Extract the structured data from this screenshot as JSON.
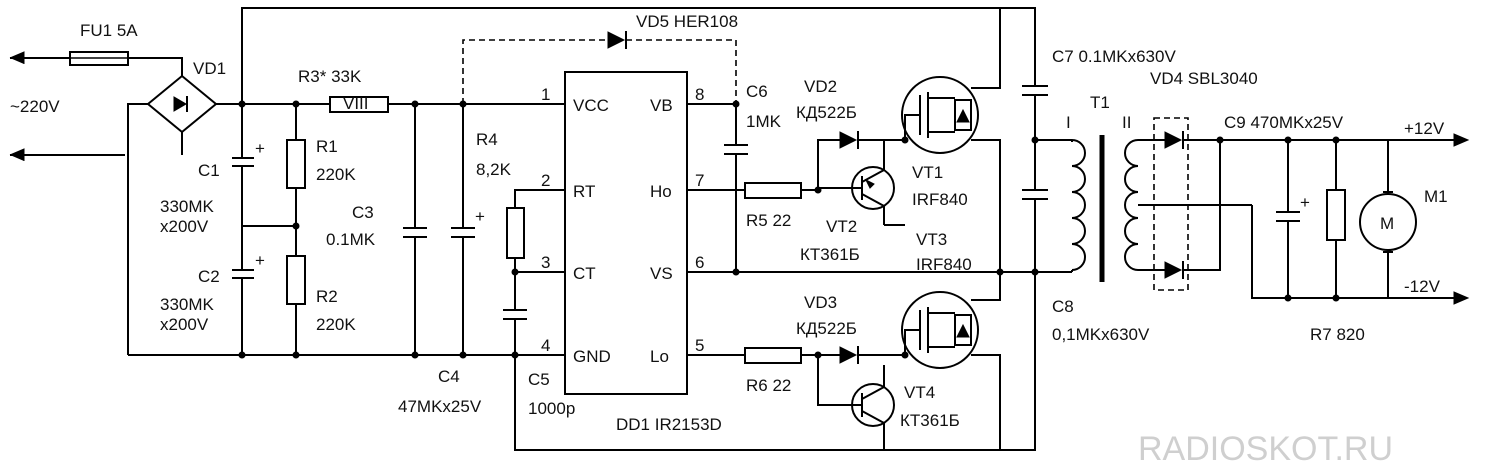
{
  "labels": {
    "fu1": "FU1 5A",
    "vd1": "VD1",
    "mains": "~220V",
    "r3": "R3* 33K",
    "r3_body": "VIII",
    "vd5": "VD5 HER108",
    "c1": "C1",
    "c1_val1": "330MK",
    "c1_val2": "x200V",
    "c2": "C2",
    "c2_val1": "330MK",
    "c2_val2": "x200V",
    "r1": "R1",
    "r1_val": "220K",
    "r2": "R2",
    "r2_val": "220K",
    "c3": "C3",
    "c3_val": "0.1MK",
    "c4": "C4",
    "c4_val": "47MKx25V",
    "r4": "R4",
    "r4_val": "8,2K",
    "c5": "C5",
    "c5_val": "1000p",
    "dd1": "DD1 IR2153D",
    "pin1": "1",
    "pin2": "2",
    "pin3": "3",
    "pin4": "4",
    "pin5": "5",
    "pin6": "6",
    "pin7": "7",
    "pin8": "8",
    "vcc": "VCC",
    "rt": "RT",
    "ct": "CT",
    "gnd": "GND",
    "vb": "VB",
    "ho": "Ho",
    "vs": "VS",
    "lo": "Lo",
    "c6": "C6",
    "c6_val": "1MK",
    "vd2": "VD2",
    "vd2_type": "КД522Б",
    "r5": "R5 22",
    "vt2": "VT2",
    "vt2_type": "КТ361Б",
    "vt1": "VT1",
    "vt1_type": "IRF840",
    "vt3": "VT3",
    "vt3_type": "IRF840",
    "vd3": "VD3",
    "vd3_type": "КД522Б",
    "r6": "R6 22",
    "vt4": "VT4",
    "vt4_type": "КТ361Б",
    "c7": "C7 0.1MKx630V",
    "c8": "C8",
    "c8_val": "0,1MKx630V",
    "t1": "T1",
    "t1_primary": "I",
    "t1_secondary": "II",
    "vd4": "VD4 SBL3040",
    "c9": "C9 470MKx25V",
    "plus12": "+12V",
    "minus12": "-12V",
    "r7": "R7 820",
    "m1": "M1",
    "m1_body": "M",
    "plus_sign": "+",
    "watermark": "RADIOSKOT.RU"
  }
}
